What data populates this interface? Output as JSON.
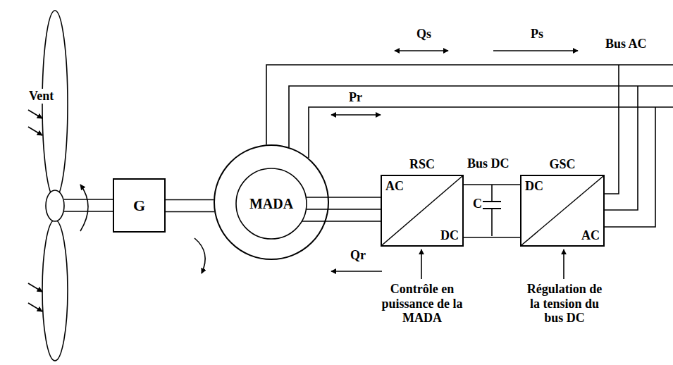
{
  "diagram": {
    "nodes": [
      {
        "text": [
          "G"
        ]
      },
      {
        "text": [
          "MADA"
        ]
      },
      {
        "text": [
          "RSC",
          "AC",
          "DC"
        ]
      },
      {
        "text": [
          "GSC",
          "DC",
          "AC"
        ]
      }
    ],
    "edges": [
      {
        "from": 0,
        "to": 1,
        "arrow": "none"
      },
      {
        "from": 1,
        "to": 2,
        "arrow": "none"
      },
      {
        "from": 2,
        "to": 3,
        "arrow": "none"
      }
    ],
    "labels": [
      "Vent",
      "Qs",
      "Ps",
      "Bus AC",
      "Pr",
      "Bus DC",
      "C",
      "Qr",
      "Contrôle en puissance de la MADA",
      "Régulation de la tension du bus DC"
    ]
  }
}
